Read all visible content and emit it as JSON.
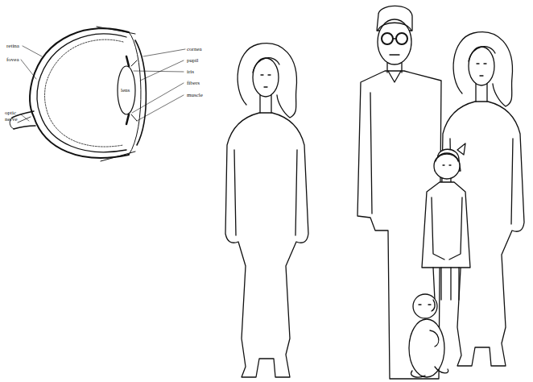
{
  "diagram": {
    "labels": [
      "retina",
      "fovea",
      "optic nerve",
      "lens",
      "cornea",
      "pupil",
      "iris",
      "fibers",
      "muscle"
    ]
  }
}
